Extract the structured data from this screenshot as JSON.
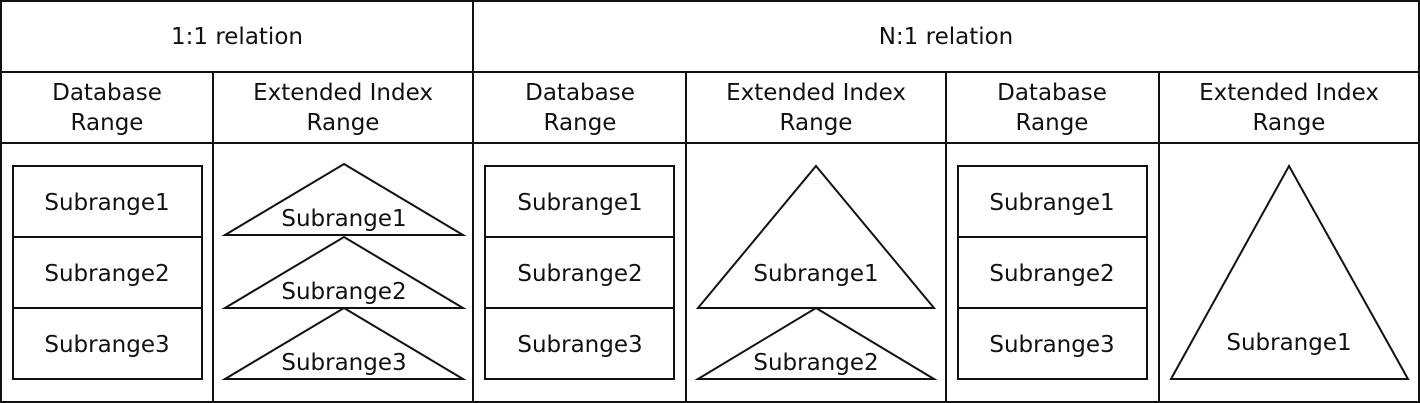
{
  "groups": [
    {
      "title": "1:1 relation"
    },
    {
      "title": "N:1 relation"
    }
  ],
  "columns": [
    {
      "header": [
        "Database",
        "Range"
      ],
      "shape": "stack",
      "items": [
        "Subrange1",
        "Subrange2",
        "Subrange3"
      ]
    },
    {
      "header": [
        "Extended Index",
        "Range"
      ],
      "shape": "triangles",
      "items": [
        "Subrange1",
        "Subrange2",
        "Subrange3"
      ]
    },
    {
      "header": [
        "Database",
        "Range"
      ],
      "shape": "stack",
      "items": [
        "Subrange1",
        "Subrange2",
        "Subrange3"
      ]
    },
    {
      "header": [
        "Extended Index",
        "Range"
      ],
      "shape": "triangles",
      "items": [
        "Subrange1",
        "Subrange2"
      ]
    },
    {
      "header": [
        "Database",
        "Range"
      ],
      "shape": "stack",
      "items": [
        "Subrange1",
        "Subrange2",
        "Subrange3"
      ]
    },
    {
      "header": [
        "Extended Index",
        "Range"
      ],
      "shape": "triangles",
      "items": [
        "Subrange1"
      ]
    }
  ]
}
